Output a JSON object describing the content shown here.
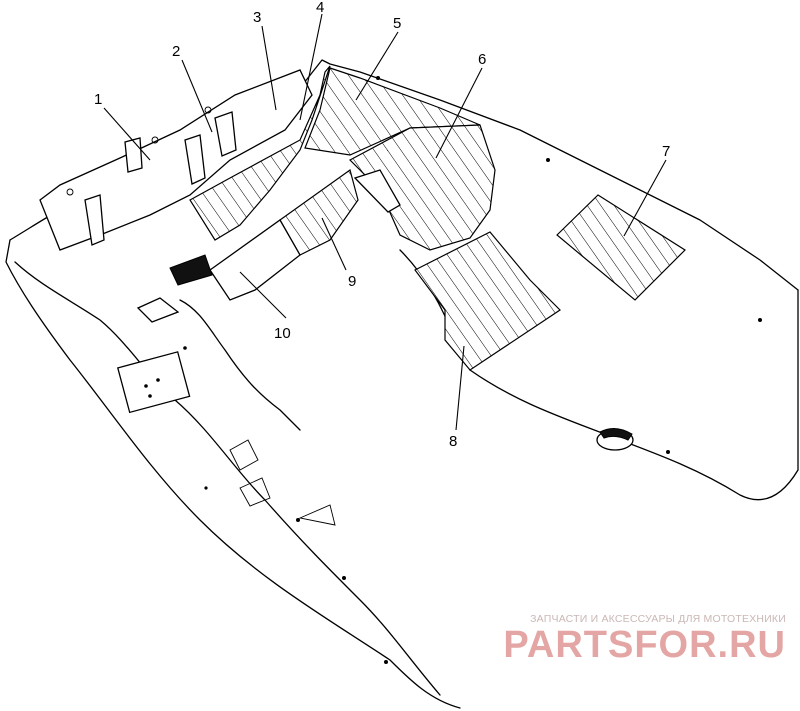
{
  "callouts": [
    {
      "id": "1",
      "label": "1"
    },
    {
      "id": "2",
      "label": "2"
    },
    {
      "id": "3",
      "label": "3"
    },
    {
      "id": "4",
      "label": "4"
    },
    {
      "id": "5",
      "label": "5"
    },
    {
      "id": "6",
      "label": "6"
    },
    {
      "id": "7",
      "label": "7"
    },
    {
      "id": "8",
      "label": "8"
    },
    {
      "id": "9",
      "label": "9"
    },
    {
      "id": "10",
      "label": "10"
    }
  ],
  "watermark": {
    "subtitle": "ЗАПЧАСТИ И АКСЕССУАРЫ ДЛЯ МОТОТЕХНИКИ",
    "brand": "PARTSFOR.RU",
    "color": "#e3a6a4"
  }
}
